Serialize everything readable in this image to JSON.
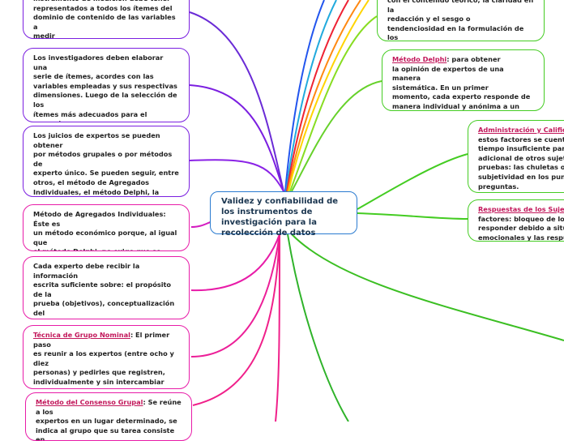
{
  "central": {
    "title": "Validez y confiabilidad de los instrumentos de investigación para la recolección de datos"
  },
  "left_nodes": [
    {
      "text": "instrumento de medición debe tener\nrepresentados a todos los ítemes del\ndominio de contenido de las variables a\nmedir"
    },
    {
      "text": "Los investigadores deben elaborar una\nserie de ítemes, acordes con las\nvariables empleadas y sus respectivas\ndimensiones. Luego de la selección de los\nítemes más adecuados para el proyecto, se\nelabora el instrumento, para ser validado\npor un grupo impar de expertos"
    },
    {
      "text": "Los juicios de expertos se pueden obtener\npor métodos grupales o por métodos de\nexperto único. Se pueden seguir, entre\notros, el método de Agregados\nIndividuales, el método Delphi, la técnica\nde Grupo Nominal y el método de Consenso\nGrupal"
    },
    {
      "text": "Método de Agregados Individuales: Éste es\nun método económico porque, al igual que\nel método Delphi, no exige que se reúna a\nlos expertos en un lugar determinado."
    },
    {
      "text": "Cada experto debe recibir la información\nescrita suficiente sobre: el propósito de la\nprueba (objetivos), conceptualización del\nuniverso de contenido, tabla de\nespecificaciones o de operacionalización de\nlas variables del estudio."
    },
    {
      "label": "Técnica de Grupo Nominal",
      "text": ": El primer paso\nes reunir a los expertos (entre ocho y diez\npersonas) y pedirles que registren,\nindividualmente y sin intercambiar\nopiniones, sus propias\npuntuaciones"
    },
    {
      "label": "Método del Consenso Grupal",
      "text": ": Se reúne a los\nexpertos en un lugar determinado, se\nindica al grupo que su tarea consiste en"
    }
  ],
  "right_nodes": [
    {
      "text": "con el contenido teórico, la claridad en la\nredacción y el sesgo o\ntendenciosidad en la formulación de los\nítemes"
    },
    {
      "label": "Método Delphi",
      "text": ": para obtener\nla opinión de expertos de una manera\nsistemática. En un primer\nmomento, cada experto responde de\nmanera individual y anónima a un\ncuestionario."
    },
    {
      "label": "Administración y Calificación del Instrumento",
      "text": ": Entre estos factores se cuentan:\ntiempo insuficiente para responder, presencia\nadicional de otros sujetos, el procedimiento de\npruebas: las chuletas o copias en los exámenes, la\nsubjetividad en los puntajes cuando se califican las\npreguntas."
    },
    {
      "label": "Respuestas de los Sujetos",
      "text": ": Entre estos\nfactores: bloqueo de los sujetos, incapacidad para\nresponder debido a situaciones psicológicas y\nemocionales y las respuestas socialmente"
    }
  ],
  "colors": {
    "purple": "#7b1fe0",
    "magenta": "#e81ca8",
    "green": "#44cc22",
    "central_border": "#2a7bd0",
    "label": "#c2185b"
  }
}
